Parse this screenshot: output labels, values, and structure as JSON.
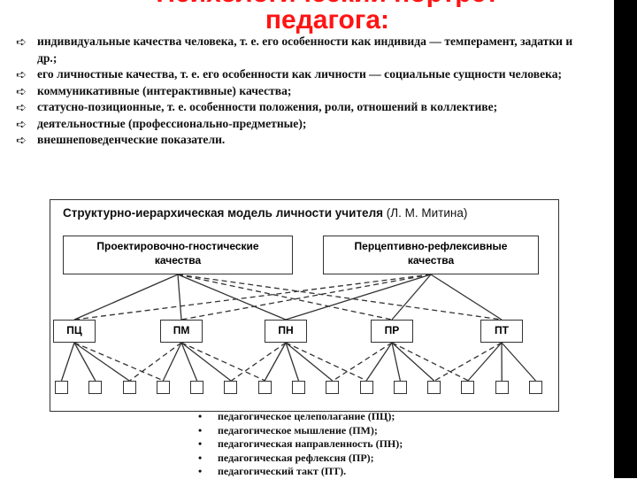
{
  "title": {
    "line1": "Психологический портрет",
    "line2": "педагога:"
  },
  "bullets": [
    "индивидуальные качества человека, т. е. его особенности как индивида — темперамент, задатки и др.;",
    "его личностные качества, т. е. его особенности как личности — социальные сущности человека;",
    "коммуникативные (интерактивные) качества;",
    "статусно-позиционные, т. е. особенности положения, роли, отношений в коллективе;",
    "деятельностные (профессионально-предметные);",
    "внешнеповеденческие показатели."
  ],
  "bullet_icon": "arrow-right-icon",
  "model": {
    "title_bold": "Структурно-иерархическая модель личности учителя",
    "title_author": " (Л. М. Митина)",
    "left_quality": {
      "line1": "Проектировочно-гностические",
      "line2": "качества"
    },
    "right_quality": {
      "line1": "Перцептивно-рефлексивные",
      "line2": "качества"
    },
    "nodes": [
      "ПЦ",
      "ПМ",
      "ПН",
      "ПР",
      "ПТ"
    ],
    "leaves_per_node": 3
  },
  "legend": [
    "педагогическое целеполагание (ПЦ);",
    "педагогическое мышление (ПМ);",
    "педагогическая направленность (ПН);",
    "педагогическая рефлексия (ПР);",
    "педагогический такт (ПТ)."
  ],
  "colors": {
    "title": "#ff1414",
    "lines": "#333333"
  }
}
